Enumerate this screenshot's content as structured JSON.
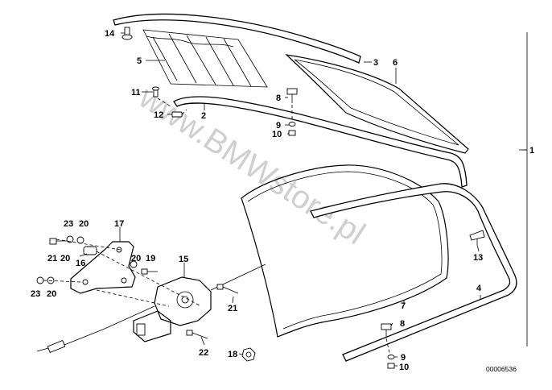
{
  "watermark": "www.BMWstore.pl",
  "drawing_code": "00006536",
  "callouts": {
    "c1": "1",
    "c2": "2",
    "c3": "3",
    "c4": "4",
    "c5": "5",
    "c6": "6",
    "c7": "7",
    "c8a": "8",
    "c8b": "8",
    "c9a": "9",
    "c9b": "9",
    "c10a": "10",
    "c10b": "10",
    "c11": "11",
    "c12": "12",
    "c13": "13",
    "c14": "14",
    "c15": "15",
    "c16": "16",
    "c17": "17",
    "c18": "18",
    "c19": "19",
    "c20a": "20",
    "c20b": "20",
    "c20c": "20",
    "c20d": "20",
    "c21a": "21",
    "c21b": "21",
    "c22": "22",
    "c23a": "23",
    "c23b": "23"
  }
}
